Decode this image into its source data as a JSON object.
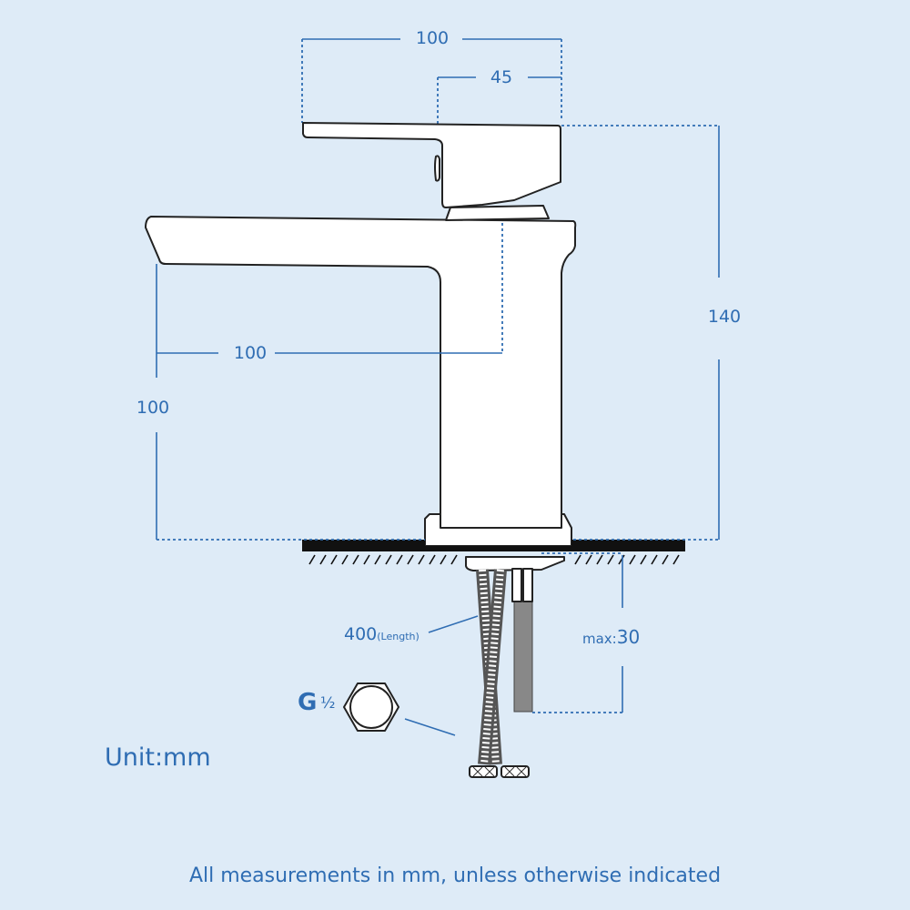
{
  "dimensions": {
    "handle_total_width": "100",
    "handle_offset": "45",
    "total_height": "140",
    "spout_reach": "100",
    "spout_height": "100",
    "hose_length_value": "400",
    "hose_length_suffix": "(Length)",
    "max_deck_label": "max:",
    "max_deck_value": "30",
    "thread_size": "G",
    "thread_fraction": "½"
  },
  "unit_label": "Unit:mm",
  "footer_note": "All measurements in mm, unless otherwise indicated",
  "colors": {
    "background": "#deebf7",
    "dimension": "#2f6db3",
    "outline": "#222222"
  }
}
